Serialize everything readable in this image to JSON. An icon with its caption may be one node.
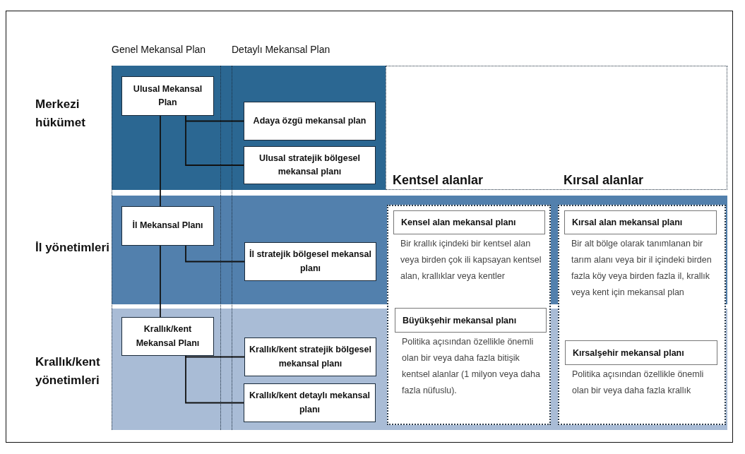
{
  "diagram": {
    "nodes": [
      {
        "text": [
          "Ulusal Mekansal Plan"
        ]
      },
      {
        "text": [
          "Adaya özgü mekansal plan"
        ]
      },
      {
        "text": [
          "Ulusal stratejik bölgesel mekansal planı"
        ]
      },
      {
        "text": [
          "İl Mekansal Planı"
        ]
      },
      {
        "text": [
          "İl stratejik bölgesel mekansal planı"
        ]
      },
      {
        "text": [
          "Krallık/kent Mekansal Planı"
        ]
      },
      {
        "text": [
          "Krallık/kent stratejik bölgesel mekansal planı"
        ]
      },
      {
        "text": [
          "Krallık/kent detaylı mekansal planı"
        ]
      },
      {
        "text": [
          "Kentsel alanlar"
        ]
      },
      {
        "text": [
          "Kensel alan mekansal planı"
        ],
        "in": 8,
        "beside": [
          "Bir krallık içindeki bir kentsel alan veya birden çok ili kapsayan kentsel alan, krallıklar veya kentler"
        ]
      },
      {
        "text": [
          "Büyükşehir mekansal planı"
        ],
        "in": 8,
        "beside": [
          "Politika açısından özellikle önemli olan bir veya daha fazla bitişik kentsel alanlar (1 milyon veya daha fazla nüfuslu)."
        ]
      },
      {
        "text": [
          "Kırsal alanlar"
        ]
      },
      {
        "text": [
          "Kırsal alan mekansal planı"
        ],
        "in": 11,
        "beside": [
          "Bir alt bölge olarak tanımlanan bir tarım alanı veya bir il içindeki birden fazla köy veya birden fazla il, krallık veya kent için mekansal plan"
        ]
      },
      {
        "text": [
          "Kırsalşehir mekansal planı"
        ],
        "in": 11,
        "beside": [
          "Politika açısından özellikle önemli olan bir veya daha fazla krallık"
        ]
      }
    ],
    "edges": [
      {
        "from": 0,
        "to": 3,
        "arrow": "none"
      },
      {
        "from": 3,
        "to": 5,
        "arrow": "none"
      },
      {
        "from": 0,
        "to": 1,
        "arrow": "none"
      },
      {
        "from": 0,
        "to": 2,
        "arrow": "none"
      },
      {
        "from": 3,
        "to": 4,
        "arrow": "none"
      },
      {
        "from": 5,
        "to": 6,
        "arrow": "none"
      },
      {
        "from": 5,
        "to": 7,
        "arrow": "none"
      }
    ],
    "labels": [
      "Genel Mekansal Plan",
      "Detaylı Mekansal Plan",
      "Merkezi hükümet",
      "İl yönetimleri",
      "Krallık/kent yönetimleri"
    ]
  }
}
